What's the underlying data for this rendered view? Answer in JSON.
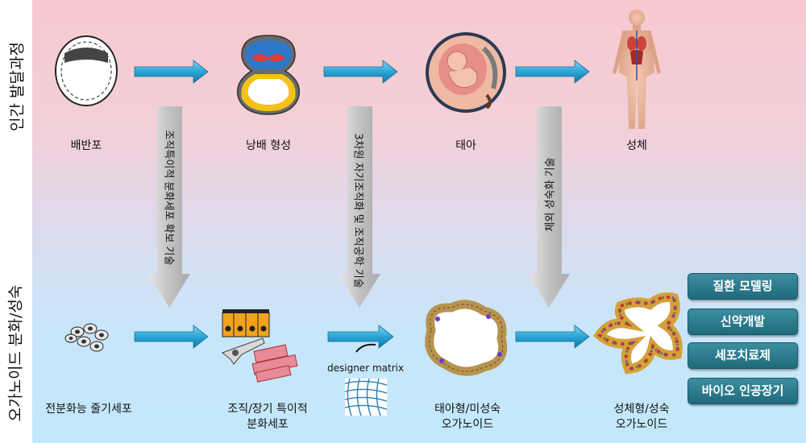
{
  "rows": {
    "human_development": "인간 발달과정",
    "organoid": "오가노이드 분화/성숙"
  },
  "top_stages": [
    "배반포",
    "낭배 형성",
    "태아",
    "성체"
  ],
  "bottom_stages": {
    "stem_cell": "전분화능 줄기세포",
    "differentiated": [
      "조직/장기 특이적",
      "분화세포"
    ],
    "fetal_organoid": [
      "태아형/미성숙",
      "오가노이드"
    ],
    "adult_organoid": [
      "성체형/성숙",
      "오가노이드"
    ],
    "matrix": "designer matrix"
  },
  "tech_arrows": [
    "조직특이적 분화세포 확보 기술",
    "3차원 자기조직화 및 조직공학 기술",
    "체외 성숙화 기술"
  ],
  "applications": [
    "질환 모델링",
    "신약개발",
    "세포치료제",
    "바이오 인공장기"
  ],
  "colors": {
    "arrow_blue": "#2aa5d6",
    "button_teal": "#2b7d8f",
    "gray_arrow": "#c8c8c8"
  }
}
